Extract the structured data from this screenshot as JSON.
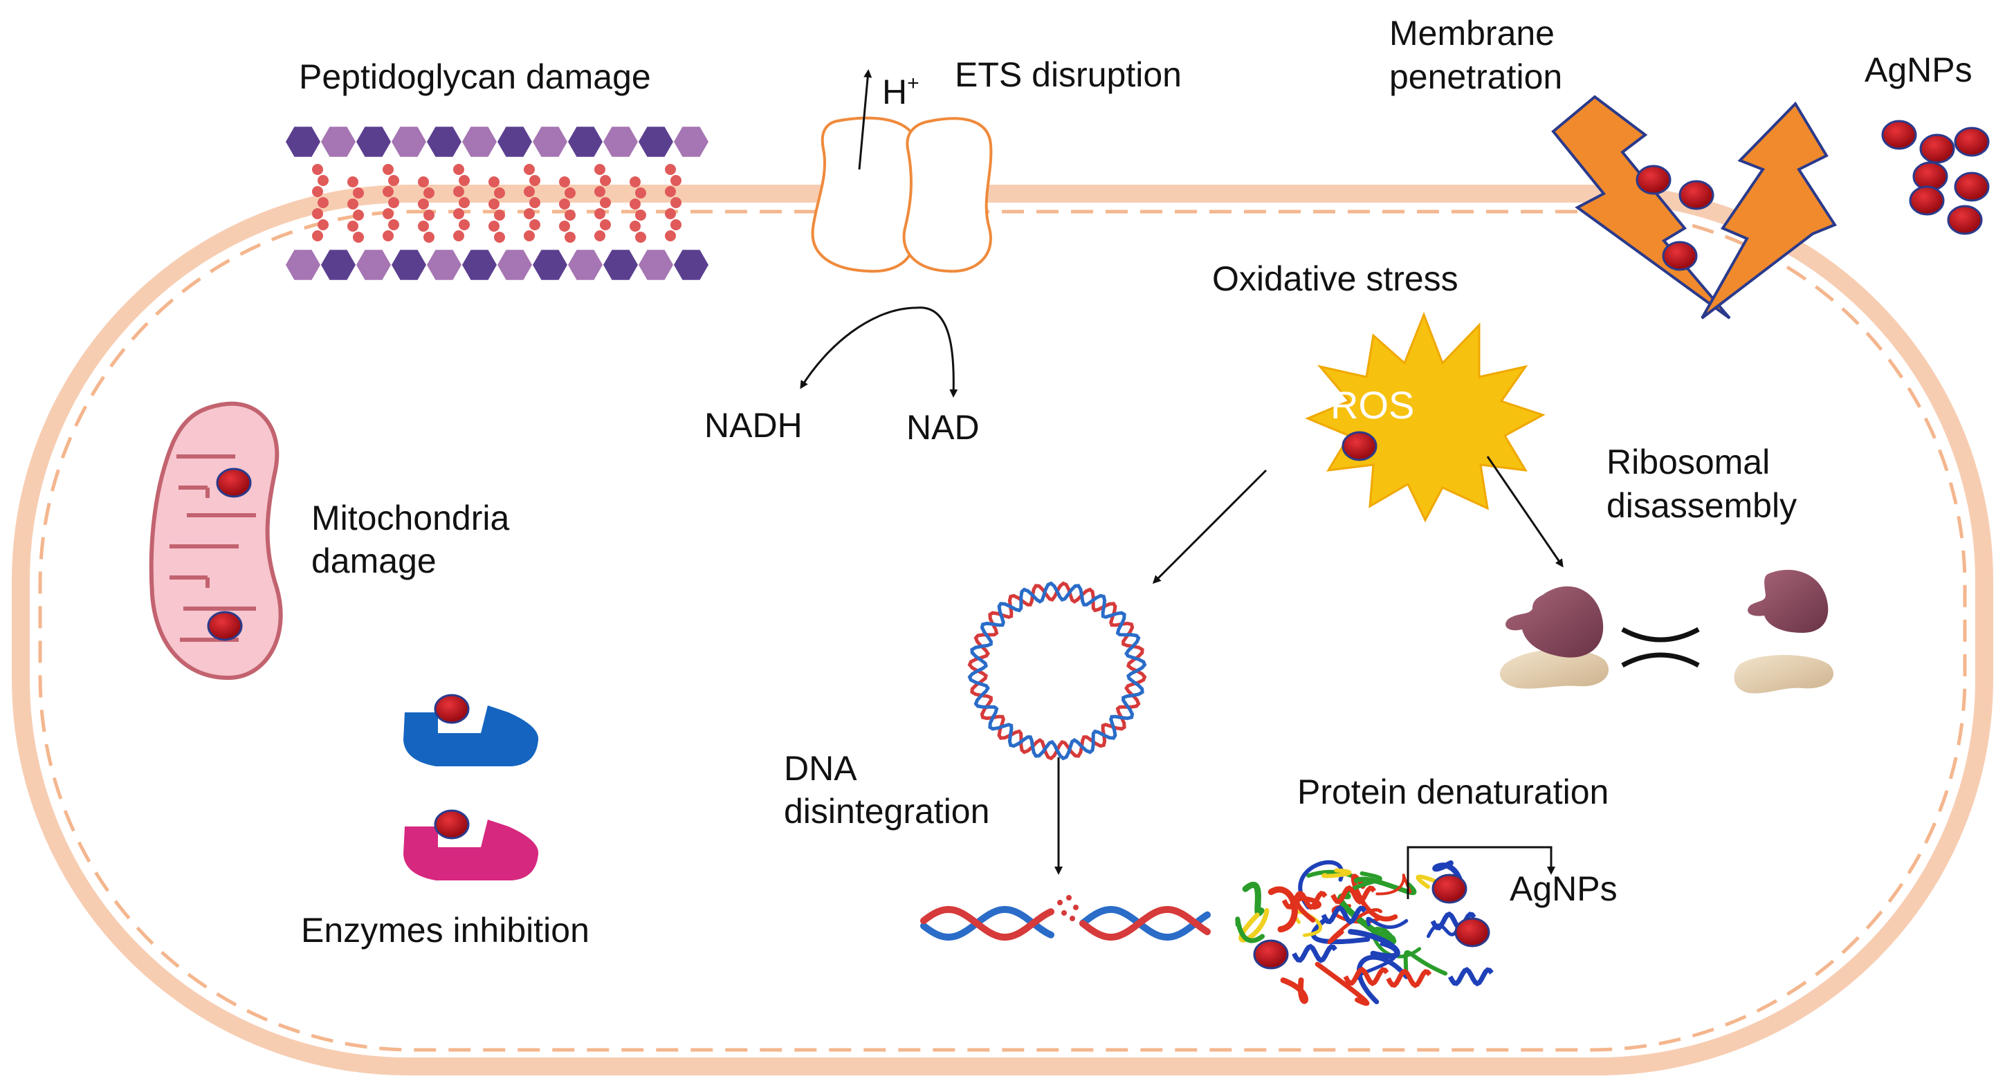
{
  "labels": {
    "peptidoglycan": "Peptidoglycan damage",
    "ets": "ETS disruption",
    "h_plus": "H",
    "h_plus_sup": "+",
    "membrane_line1": "Membrane",
    "membrane_line2": "penetration",
    "agnps_top": "AgNPs",
    "oxidative": "Oxidative stress",
    "ros": "ROS",
    "nadh": "NADH",
    "nad": "NAD",
    "mito_line1": "Mitochondria",
    "mito_line2": "damage",
    "ribo_line1": "Ribosomal",
    "ribo_line2": "disassembly",
    "dna_line1": "DNA",
    "dna_line2": "disintegration",
    "protein": "Protein denaturation",
    "agnps_protein": "AgNPs",
    "enzymes": "Enzymes inhibition"
  },
  "colors": {
    "cell_wall": "#f6c6a4",
    "hexagon_purple": "#5b3f8f",
    "hexagon_lilac": "#a675b3",
    "peptide_red": "#e05a5a",
    "nanoparticle": "#c0101a",
    "nanoparticle_border": "#2a3a8c",
    "lightning": "#f08a2c",
    "ros_star": "#f7c10f",
    "mitochondria_fill": "#f7c6cf",
    "mitochondria_stroke": "#c2636f",
    "enzyme_blue": "#1565c0",
    "enzyme_magenta": "#d6287f",
    "dna_red": "#d63a3a",
    "dna_blue": "#2a6cc8",
    "ribosome_large": "#8a4a5c",
    "ribosome_small": "#e8d2b2"
  }
}
